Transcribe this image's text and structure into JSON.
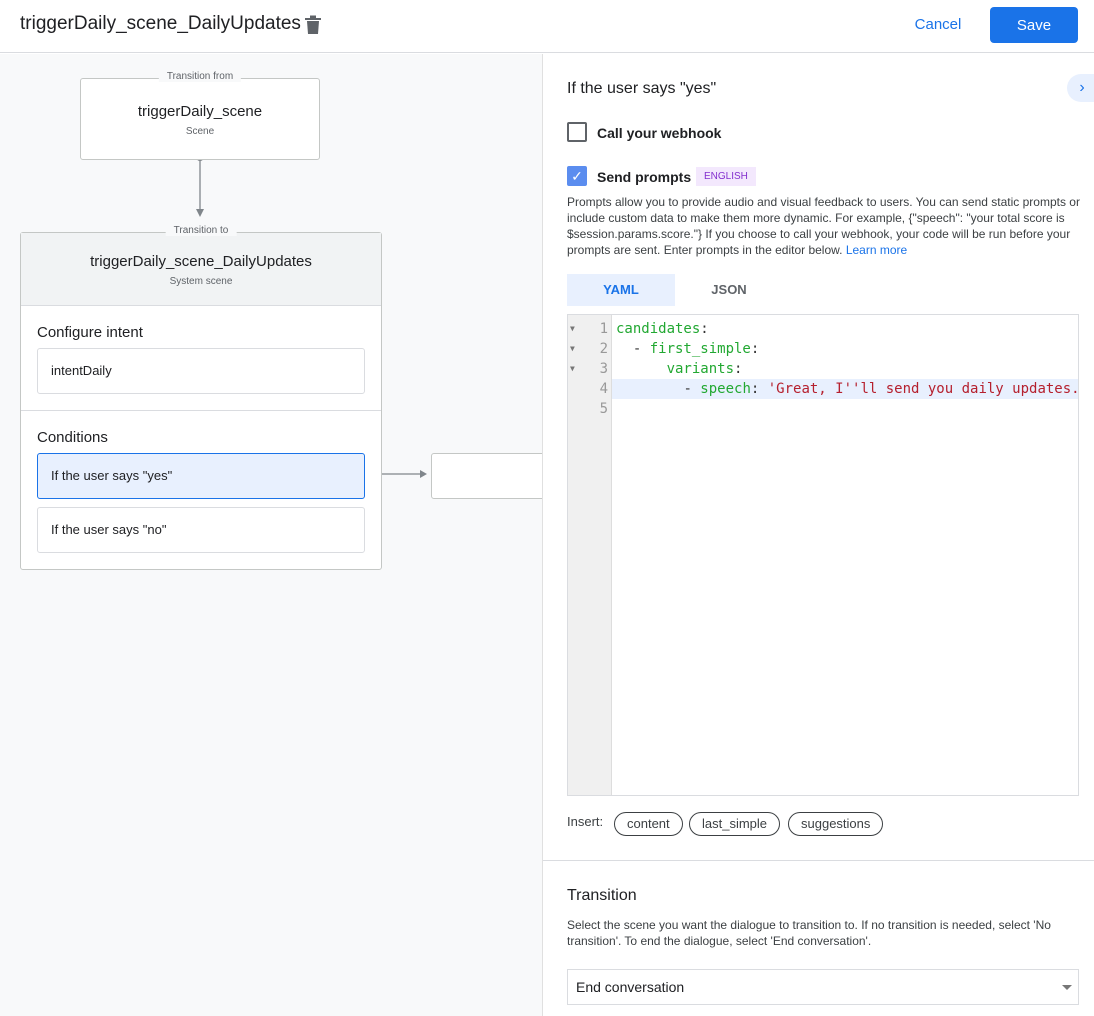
{
  "header": {
    "title": "triggerDaily_scene_DailyUpdates",
    "cancel_label": "Cancel",
    "save_label": "Save"
  },
  "canvas": {
    "from_node": {
      "legend": "Transition from",
      "name": "triggerDaily_scene",
      "type": "Scene"
    },
    "to_node": {
      "legend": "Transition to",
      "name": "triggerDaily_scene_DailyUpdates",
      "type": "System scene",
      "intent_heading": "Configure intent",
      "intent": "intentDaily",
      "conditions_heading": "Conditions",
      "conditions": [
        "If the user says \"yes\"",
        "If the user says \"no\""
      ]
    }
  },
  "panel": {
    "heading": "If the user says \"yes\"",
    "webhook": {
      "label": "Call your webhook",
      "checked": false
    },
    "prompts": {
      "label": "Send prompts",
      "checked": true,
      "badge": "ENGLISH"
    },
    "description": "Prompts allow you to provide audio and visual feedback to users. You can send static prompts or include custom data to make them more dynamic. For example, {\"speech\": \"your total score is $session.params.score.\"} If you choose to call your webhook, your code will be run before your prompts are sent. Enter prompts in the editor below.",
    "learn_more": "Learn more",
    "tabs": [
      "YAML",
      "JSON"
    ],
    "active_tab": "YAML",
    "code": [
      {
        "n": "1",
        "fold": true,
        "indent": "",
        "dash": "",
        "key": "candidates",
        "colon": ":",
        "val": ""
      },
      {
        "n": "2",
        "fold": true,
        "indent": "  ",
        "dash": "- ",
        "key": "first_simple",
        "colon": ":",
        "val": ""
      },
      {
        "n": "3",
        "fold": true,
        "indent": "      ",
        "dash": "",
        "key": "variants",
        "colon": ":",
        "val": ""
      },
      {
        "n": "4",
        "fold": false,
        "indent": "        ",
        "dash": "- ",
        "key": "speech",
        "colon": ": ",
        "val": "'Great, I''ll send you daily updates."
      },
      {
        "n": "5",
        "fold": false,
        "indent": "",
        "dash": "",
        "key": "",
        "colon": "",
        "val": ""
      }
    ],
    "insert_label": "Insert:",
    "insert_chips": [
      "content",
      "last_simple",
      "suggestions"
    ],
    "transition": {
      "heading": "Transition",
      "description": "Select the scene you want the dialogue to transition to. If no transition is needed, select 'No transition'. To end the dialogue, select 'End conversation'.",
      "selected": "End conversation"
    }
  },
  "colors": {
    "accent": "#1a73e8",
    "badge_text": "#8430ce",
    "yaml_key": "#22a832",
    "yaml_string": "#b5202e"
  }
}
